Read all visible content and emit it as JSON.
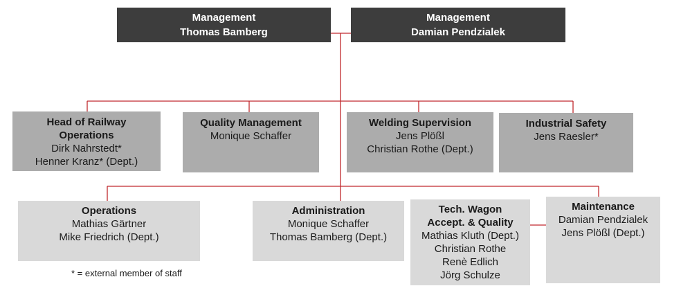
{
  "management": [
    {
      "title": "Management",
      "name": "Thomas  Bamberg"
    },
    {
      "title": "Management",
      "name": "Damian  Pendzialek"
    }
  ],
  "departments": [
    {
      "title": "Head of Railway",
      "title2": "Operations",
      "lines": [
        "Dirk Nahrstedt*",
        "Henner Kranz* (Dept.)"
      ]
    },
    {
      "title": "Quality Management",
      "lines": [
        "Monique Schaffer"
      ]
    },
    {
      "title": "Welding Supervision",
      "lines": [
        "Jens Plößl",
        "Christian Rothe (Dept.)"
      ]
    },
    {
      "title": "Industrial  Safety",
      "lines": [
        "Jens Raesler*"
      ]
    }
  ],
  "units": [
    {
      "title": "Operations",
      "lines": [
        "Mathias Gärtner",
        "Mike Friedrich (Dept.)"
      ]
    },
    {
      "title": "Administration",
      "lines": [
        "Monique Schaffer",
        "Thomas Bamberg (Dept.)"
      ]
    },
    {
      "title": "Tech. Wagon",
      "title2": "Accept. & Quality",
      "lines": [
        "Mathias Kluth  (Dept.)",
        "Christian Rothe",
        "Renè Edlich",
        "Jörg Schulze"
      ]
    },
    {
      "title": "Maintenance",
      "lines": [
        "Damian Pendzialek",
        "Jens Plößl (Dept.)"
      ]
    }
  ],
  "note": "* = external member of staff",
  "colors": {
    "connector": "#c0282d",
    "management_fill": "#3d3d3d",
    "department_fill": "#acacac",
    "unit_fill": "#d9d9d9"
  }
}
